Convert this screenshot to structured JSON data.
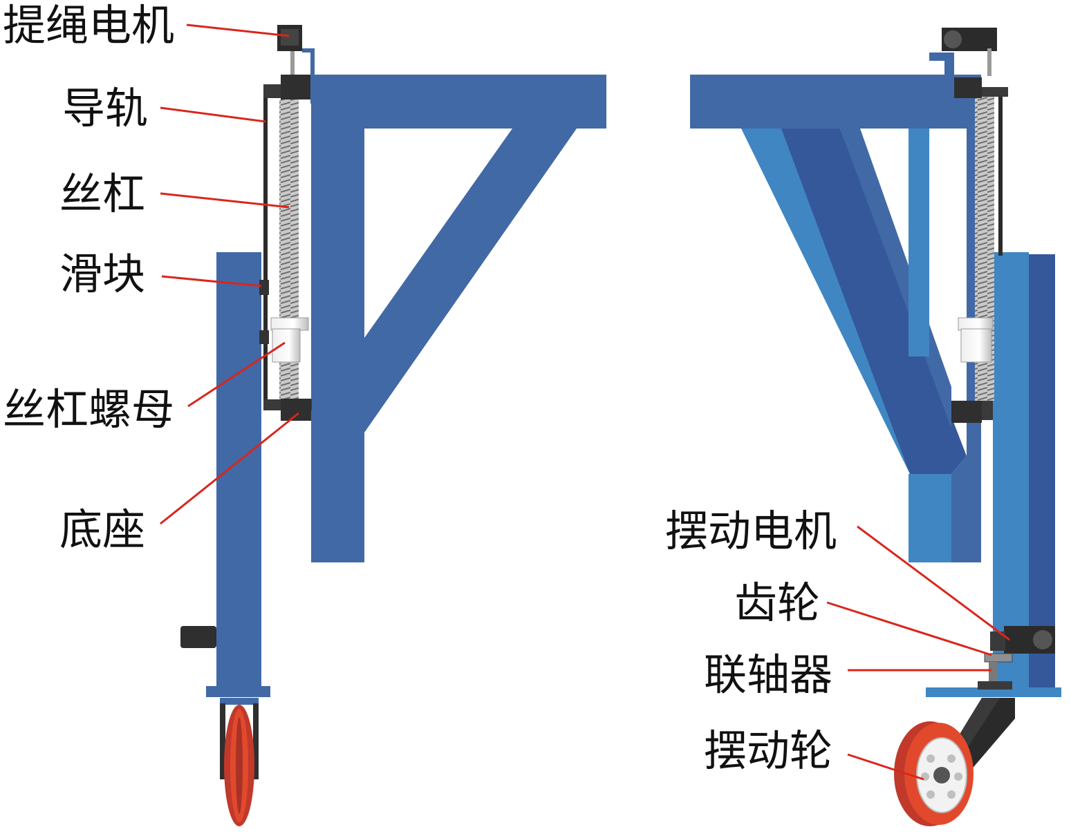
{
  "labels": {
    "rope_motor": "提绳电机",
    "guide_rail": "导轨",
    "lead_screw": "丝杠",
    "slider": "滑块",
    "lead_screw_nut": "丝杠螺母",
    "base": "底座",
    "swing_motor": "摆动电机",
    "gear": "齿轮",
    "coupling": "联轴器",
    "swing_wheel": "摆动轮"
  },
  "colors": {
    "frame_blue": "#4169a6",
    "frame_light": "#3f86c3",
    "frame_dark": "#34589a",
    "leader_red": "#d9261c",
    "part_dark": "#3a3a3a",
    "wheel_red": "#e2492c"
  }
}
